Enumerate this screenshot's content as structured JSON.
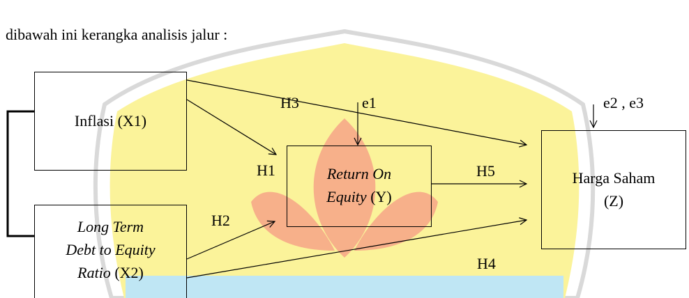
{
  "intro_text": "dibawah ini kerangka analisis jalur :",
  "nodes": {
    "x1": {
      "label": "Inflasi (X1)"
    },
    "x2": {
      "line1": "Long Term",
      "line2": "Debt to Equity",
      "line3_italic": "Ratio",
      "line3_rest": " (X2)"
    },
    "y": {
      "line1": "Return On",
      "line2_italic": "Equity",
      "line2_rest": " (Y)"
    },
    "z": {
      "line1": "Harga Saham",
      "line2": "(Z)"
    }
  },
  "hypotheses": {
    "h1": "H1",
    "h2": "H2",
    "h3": "H3",
    "h4": "H4",
    "h5": "H5"
  },
  "errors": {
    "e1": "e1",
    "e23": "e2 , e3"
  },
  "colors": {
    "watermark_yellow": "#fbf39a",
    "watermark_orange": "#f7b08a",
    "watermark_blue": "#bfe6f4",
    "watermark_grey": "#d9d9d9"
  }
}
